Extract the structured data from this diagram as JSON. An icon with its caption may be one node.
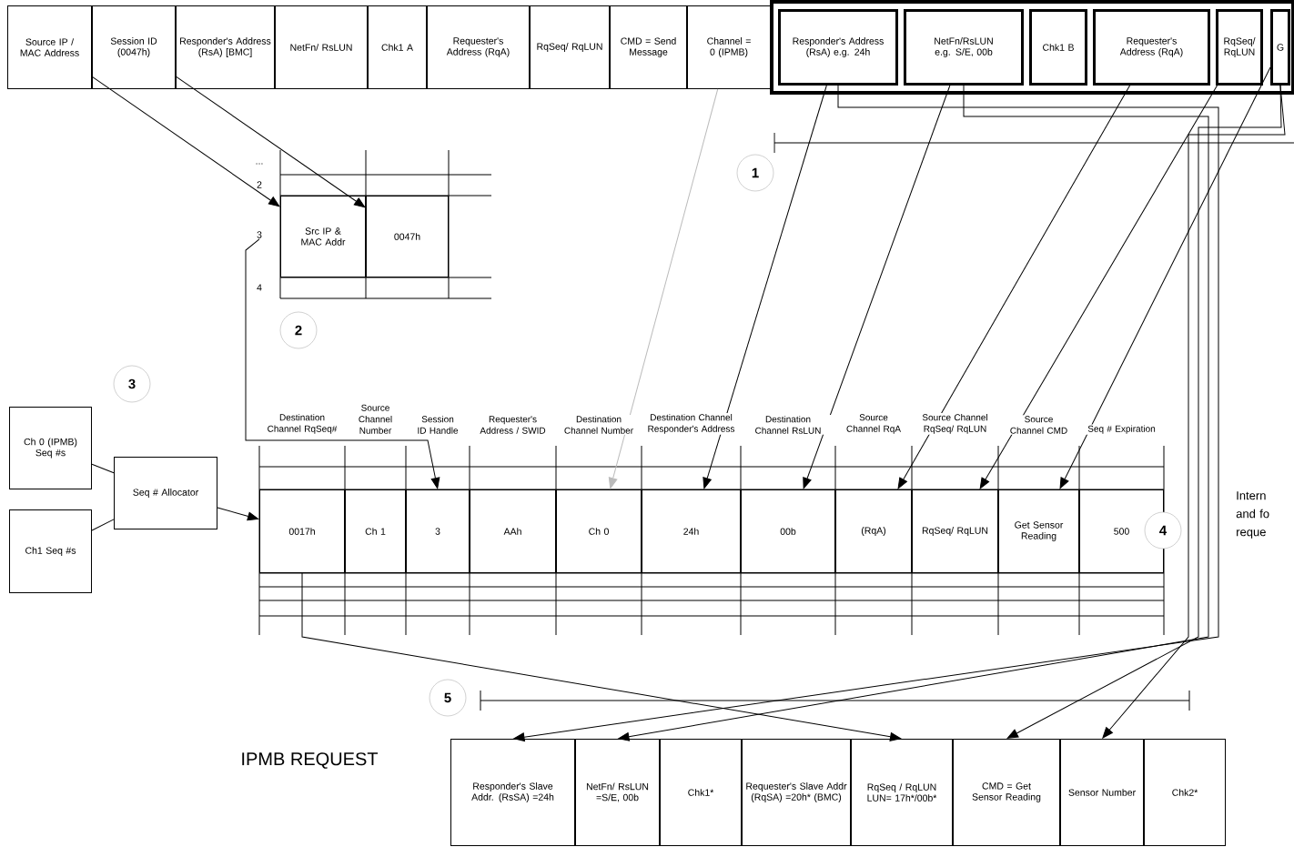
{
  "diagram": {
    "nodes": [
      {
        "text": [
          "Source IP / MAC Address"
        ]
      },
      {
        "text": [
          "Session ID (0047h)"
        ]
      },
      {
        "text": [
          "Responder's Address (RsA) [BMC]"
        ]
      },
      {
        "text": [
          "NetFn/ RsLUN"
        ]
      },
      {
        "text": [
          "Chk1 A"
        ]
      },
      {
        "text": [
          "Requester's Address (RqA)"
        ]
      },
      {
        "text": [
          "RqSeq/ RqLUN"
        ]
      },
      {
        "text": [
          "CMD = Send Message"
        ]
      },
      {
        "text": [
          "Channel = 0 (IPMB)"
        ]
      },
      {
        "text": [],
        "shape": "box"
      },
      {
        "text": [
          "Responder's Address (RsA) e.g. 24h"
        ],
        "in": 9
      },
      {
        "text": [
          "NetFn/RsLUN e.g. S/E, 00b"
        ],
        "in": 9
      },
      {
        "text": [
          "Chk1 B"
        ],
        "in": 9
      },
      {
        "text": [
          "Requester's Address (RqA)"
        ],
        "in": 9
      },
      {
        "text": [
          "RqSeq/ RqLUN"
        ],
        "in": 9
      },
      {
        "text": [
          "G"
        ],
        "in": 9
      },
      {
        "text": [
          "Src IP & MAC Addr"
        ]
      },
      {
        "text": [
          "0047h"
        ]
      },
      {
        "text": [
          "3"
        ]
      },
      {
        "text": [
          "1"
        ]
      },
      {
        "text": [
          "2"
        ]
      },
      {
        "text": [
          "3"
        ]
      },
      {
        "text": [
          "Ch 0 (IPMB) Seq #s"
        ]
      },
      {
        "text": [
          "Ch1 Seq #s"
        ]
      },
      {
        "text": [
          "Seq # Allocator"
        ]
      },
      {
        "text": [
          "0017h"
        ]
      },
      {
        "text": [
          "Ch 1"
        ]
      },
      {
        "text": [
          "3"
        ]
      },
      {
        "text": [
          "AAh"
        ]
      },
      {
        "text": [
          "Ch 0"
        ]
      },
      {
        "text": [
          "24h"
        ]
      },
      {
        "text": [
          "00b"
        ]
      },
      {
        "text": [
          "(RqA)"
        ]
      },
      {
        "text": [
          "RqSeq/ RqLUN"
        ]
      },
      {
        "text": [
          "Get Sensor Reading"
        ]
      },
      {
        "text": [
          "500"
        ]
      },
      {
        "text": [
          "4"
        ]
      },
      {
        "text": [
          "5"
        ]
      },
      {
        "text": [
          "Responder's Slave Addr. (RsSA) =24h"
        ]
      },
      {
        "text": [
          "NetFn/ RsLUN =S/E, 00b"
        ]
      },
      {
        "text": [
          "Chk1*"
        ]
      },
      {
        "text": [
          "Requester's Slave Addr (RqSA) =20h* (BMC)"
        ]
      },
      {
        "text": [
          "RqSeq / RqLUN LUN= 17h*/00b*"
        ]
      },
      {
        "text": [
          "CMD = Get Sensor Reading"
        ]
      },
      {
        "text": [
          "Sensor Number"
        ]
      },
      {
        "text": [
          "Chk2*"
        ]
      }
    ],
    "edges": [
      {
        "from": 0,
        "to": 16,
        "arrow": "to"
      },
      {
        "from": 1,
        "to": 17,
        "arrow": "to"
      },
      {
        "from": 18,
        "to": 27,
        "arrow": "to"
      },
      {
        "from": 22,
        "to": 24,
        "arrow": "none"
      },
      {
        "from": 23,
        "to": 24,
        "arrow": "none"
      },
      {
        "from": 24,
        "to": 25,
        "arrow": "to"
      },
      {
        "from": 8,
        "to": 29,
        "arrow": "to",
        "color": "#bbbbbb"
      },
      {
        "from": 10,
        "to": 30,
        "arrow": "to"
      },
      {
        "from": 10,
        "to": 38,
        "arrow": "to"
      },
      {
        "from": 11,
        "to": 31,
        "arrow": "to"
      },
      {
        "from": 11,
        "to": 39,
        "arrow": "to"
      },
      {
        "from": 13,
        "to": 32,
        "arrow": "to"
      },
      {
        "from": 14,
        "to": 33,
        "arrow": "to"
      },
      {
        "from": 15,
        "to": 34,
        "arrow": "to"
      },
      {
        "from": 15,
        "to": 43,
        "arrow": "to"
      },
      {
        "from": 15,
        "to": 44,
        "arrow": "to"
      },
      {
        "from": 25,
        "to": 42,
        "arrow": "to"
      }
    ],
    "labels": [
      "...",
      "2",
      "4",
      "Destination Channel RqSeq#",
      "Source Channel Number",
      "Session ID Handle",
      "Requester's Address / SWID",
      "Destination Channel Number",
      "Destination Channel Responder's Address",
      "Destination Channel RsLUN",
      "Source Channel RqA",
      "Source Channel RqSeq/ RqLUN",
      "Source Channel CMD",
      "Seq # Expiration",
      "Intern and fo reque",
      "IPMB REQUEST"
    ]
  }
}
